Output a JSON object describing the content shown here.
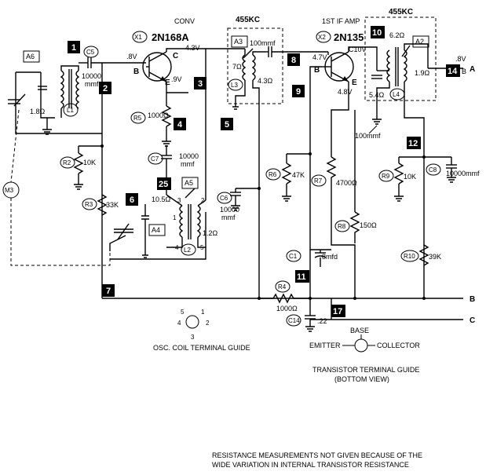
{
  "sections": {
    "conv_label": "CONV",
    "if_amp_label": "1ST IF AMP",
    "if_freq_1": "455KC",
    "if_freq_2": "455KC"
  },
  "transistors": {
    "x1": {
      "ref": "X1",
      "part": "2N168A"
    },
    "x2": {
      "ref": "X2",
      "part": "2N135"
    }
  },
  "voltages": {
    "v_x1_b": ".8V",
    "v_x1_c": "4.3V",
    "v_x1_e": ".9V",
    "v_x2_b": "4.7V",
    "v_x2_c": "C10V",
    "v_x2_e": "4.8V",
    "v_a_out": ".8V"
  },
  "pin_letters": {
    "b": "B",
    "c": "C",
    "e": "E"
  },
  "test_points": [
    "1",
    "2",
    "3",
    "4",
    "5",
    "6",
    "7",
    "8",
    "9",
    "10",
    "11",
    "12",
    "14",
    "17",
    "25"
  ],
  "components": {
    "a6": "A6",
    "a5": "A5",
    "a4": "A4",
    "a3": "A3",
    "a2": "A2",
    "m3": "M3",
    "c5": "C5",
    "c5_val": "10000",
    "c5_unit": "mmf",
    "l1": "L1",
    "l1_val": "1.8Ω",
    "r5": "R5",
    "r5_val": "1000Ω",
    "c7": "C7",
    "c7_val": "10000",
    "c7_unit": "mmf",
    "r2": "R2",
    "r2_val": "10K",
    "r3": "R3",
    "r3_val": "33K",
    "l2": "L2",
    "l2_val_a": "10.5Ω",
    "l2_val_b": "1.2Ω",
    "c6": "C6",
    "c6_val": "10000",
    "c6_unit": "mmf",
    "l3": "L3",
    "l3_val_a": "7Ω",
    "l3_val_b": "4.3Ω",
    "c_100mmf_a": "100mmf",
    "r6": "R6",
    "r6_val": "47K",
    "r7": "R7",
    "r7_val": "4700Ω",
    "r8": "R8",
    "r8_val": "150Ω",
    "c1": "C1",
    "c1_val": "8mfd",
    "r4": "R4",
    "r4_val": "1000Ω",
    "c14": "C14",
    "c14_val": ".22",
    "l4": "L4",
    "l4_val_a": "6.2Ω",
    "l4_val_b": "5.4Ω",
    "l4_val_c": "1.9Ω",
    "c_100mmf_b": "100mmf",
    "r9": "R9",
    "r9_val": "10K",
    "c8": "C8",
    "c8_val": "10000mmf",
    "r10": "R10",
    "r10_val": "39K"
  },
  "coil_pins": [
    "1",
    "2",
    "3",
    "4",
    "5"
  ],
  "rails": {
    "a": "A",
    "b": "B",
    "c": "C"
  },
  "osc_guide": {
    "title": "OSC. COIL TERMINAL GUIDE",
    "pins": [
      "1",
      "2",
      "3",
      "4",
      "5"
    ]
  },
  "transistor_guide": {
    "base": "BASE",
    "emitter": "EMITTER",
    "collector": "COLLECTOR",
    "title": "TRANSISTOR TERMINAL GUIDE",
    "subtitle": "(BOTTOM VIEW)"
  },
  "footnote": {
    "line1": "RESISTANCE MEASUREMENTS NOT GIVEN BECAUSE OF THE",
    "line2": "WIDE VARIATION IN INTERNAL TRANSISTOR RESISTANCE"
  }
}
